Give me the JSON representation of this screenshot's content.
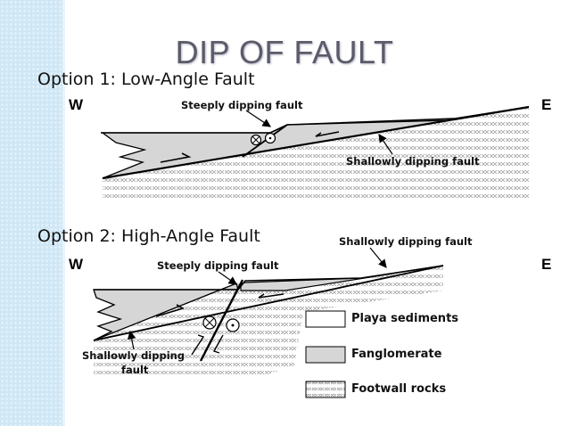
{
  "slide": {
    "title": "DIP OF FAULT"
  },
  "option1": {
    "title": "Option 1: Low-Angle Fault",
    "west": "W",
    "east": "E",
    "steep_label": "Steeply dipping fault",
    "shallow_label": "Shallowly dipping fault"
  },
  "option2": {
    "title": "Option 2: High-Angle Fault",
    "west": "W",
    "east": "E",
    "steep_label": "Steeply dipping fault",
    "shallow_top_label": "Shallowly dipping fault",
    "shallow_bottom_label_line1": "Shallowly dipping",
    "shallow_bottom_label_line2": "fault"
  },
  "legend": {
    "items": [
      {
        "label": "Playa sediments"
      },
      {
        "label": "Fanglomerate"
      },
      {
        "label": "Footwall rocks"
      }
    ]
  },
  "colors": {
    "sidebar": "#cfe7f5",
    "fanglomerate": "#d6d6d6",
    "playa": "#ffffff",
    "footwall_hatch": "#9a9a9a"
  }
}
